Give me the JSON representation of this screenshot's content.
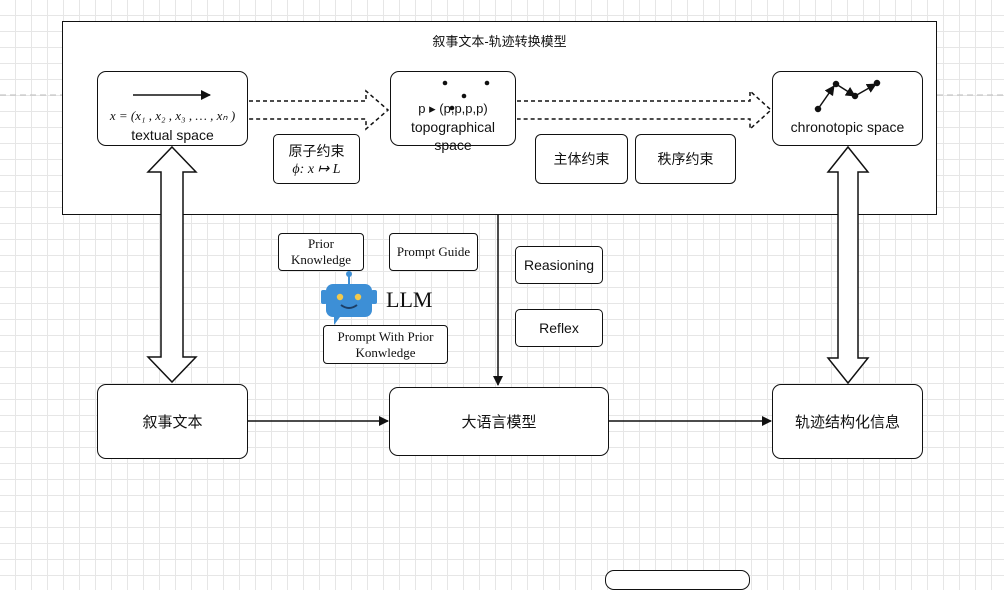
{
  "top_panel": {
    "title": "叙事文本-轨迹转换模型",
    "textual": {
      "formula": "x = (x₁ , x₂ , x₃ , … , xₙ )",
      "label": "textual space"
    },
    "topo": {
      "formula": "p ▸ (p,p,p,p)",
      "label1": "topographical",
      "label2": "space"
    },
    "chrono": {
      "label": "chronotopic space"
    },
    "atomic": {
      "line1": "原子约束",
      "line2": "ϕ: x ↦ L"
    },
    "subject_label": "主体约束",
    "order_label": "秩序约束"
  },
  "middle": {
    "prior_label": "Prior Knowledge",
    "guide_label": "Prompt Guide",
    "llm_label": "LLM",
    "prompt_prior_label": "Prompt With  Prior Konwledge",
    "reasoning_label": "Reasioning",
    "reflex_label": "Reflex"
  },
  "bottom": {
    "narrative_label": "叙事文本",
    "model_label": "大语言模型",
    "output_label": "轨迹结构化信息"
  },
  "colors": {
    "robot": "#3d8fd6",
    "robot_light": "#7cc0f0",
    "stroke": "#111111"
  }
}
